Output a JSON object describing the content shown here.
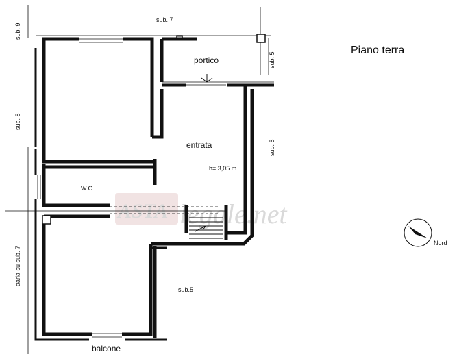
{
  "title": "Piano terra",
  "labels": {
    "sub7_top": "sub. 7",
    "sub9": "sub. 9",
    "sub8": "sub. 8",
    "sub5_portico": "sub. 5",
    "sub5_right": "sub. 5",
    "aria_sub7": "aaria su sub. 7",
    "sub5_bottom": "sub.5",
    "portico": "portico",
    "entrata": "entrata",
    "height": "h= 3,05 m",
    "wc": "W.C.",
    "balcone": "balcone",
    "nord": "Nord"
  },
  "watermark": {
    "brand_left": "ASTA",
    "brand_right": "legale.net"
  },
  "colors": {
    "wall": "#111111",
    "watermark": "#d9d9d9",
    "watermark_logo": "#f1e3e3"
  },
  "icons": {
    "compass": "north-arrow-icon",
    "stair_arrow": "arrow-icon"
  }
}
